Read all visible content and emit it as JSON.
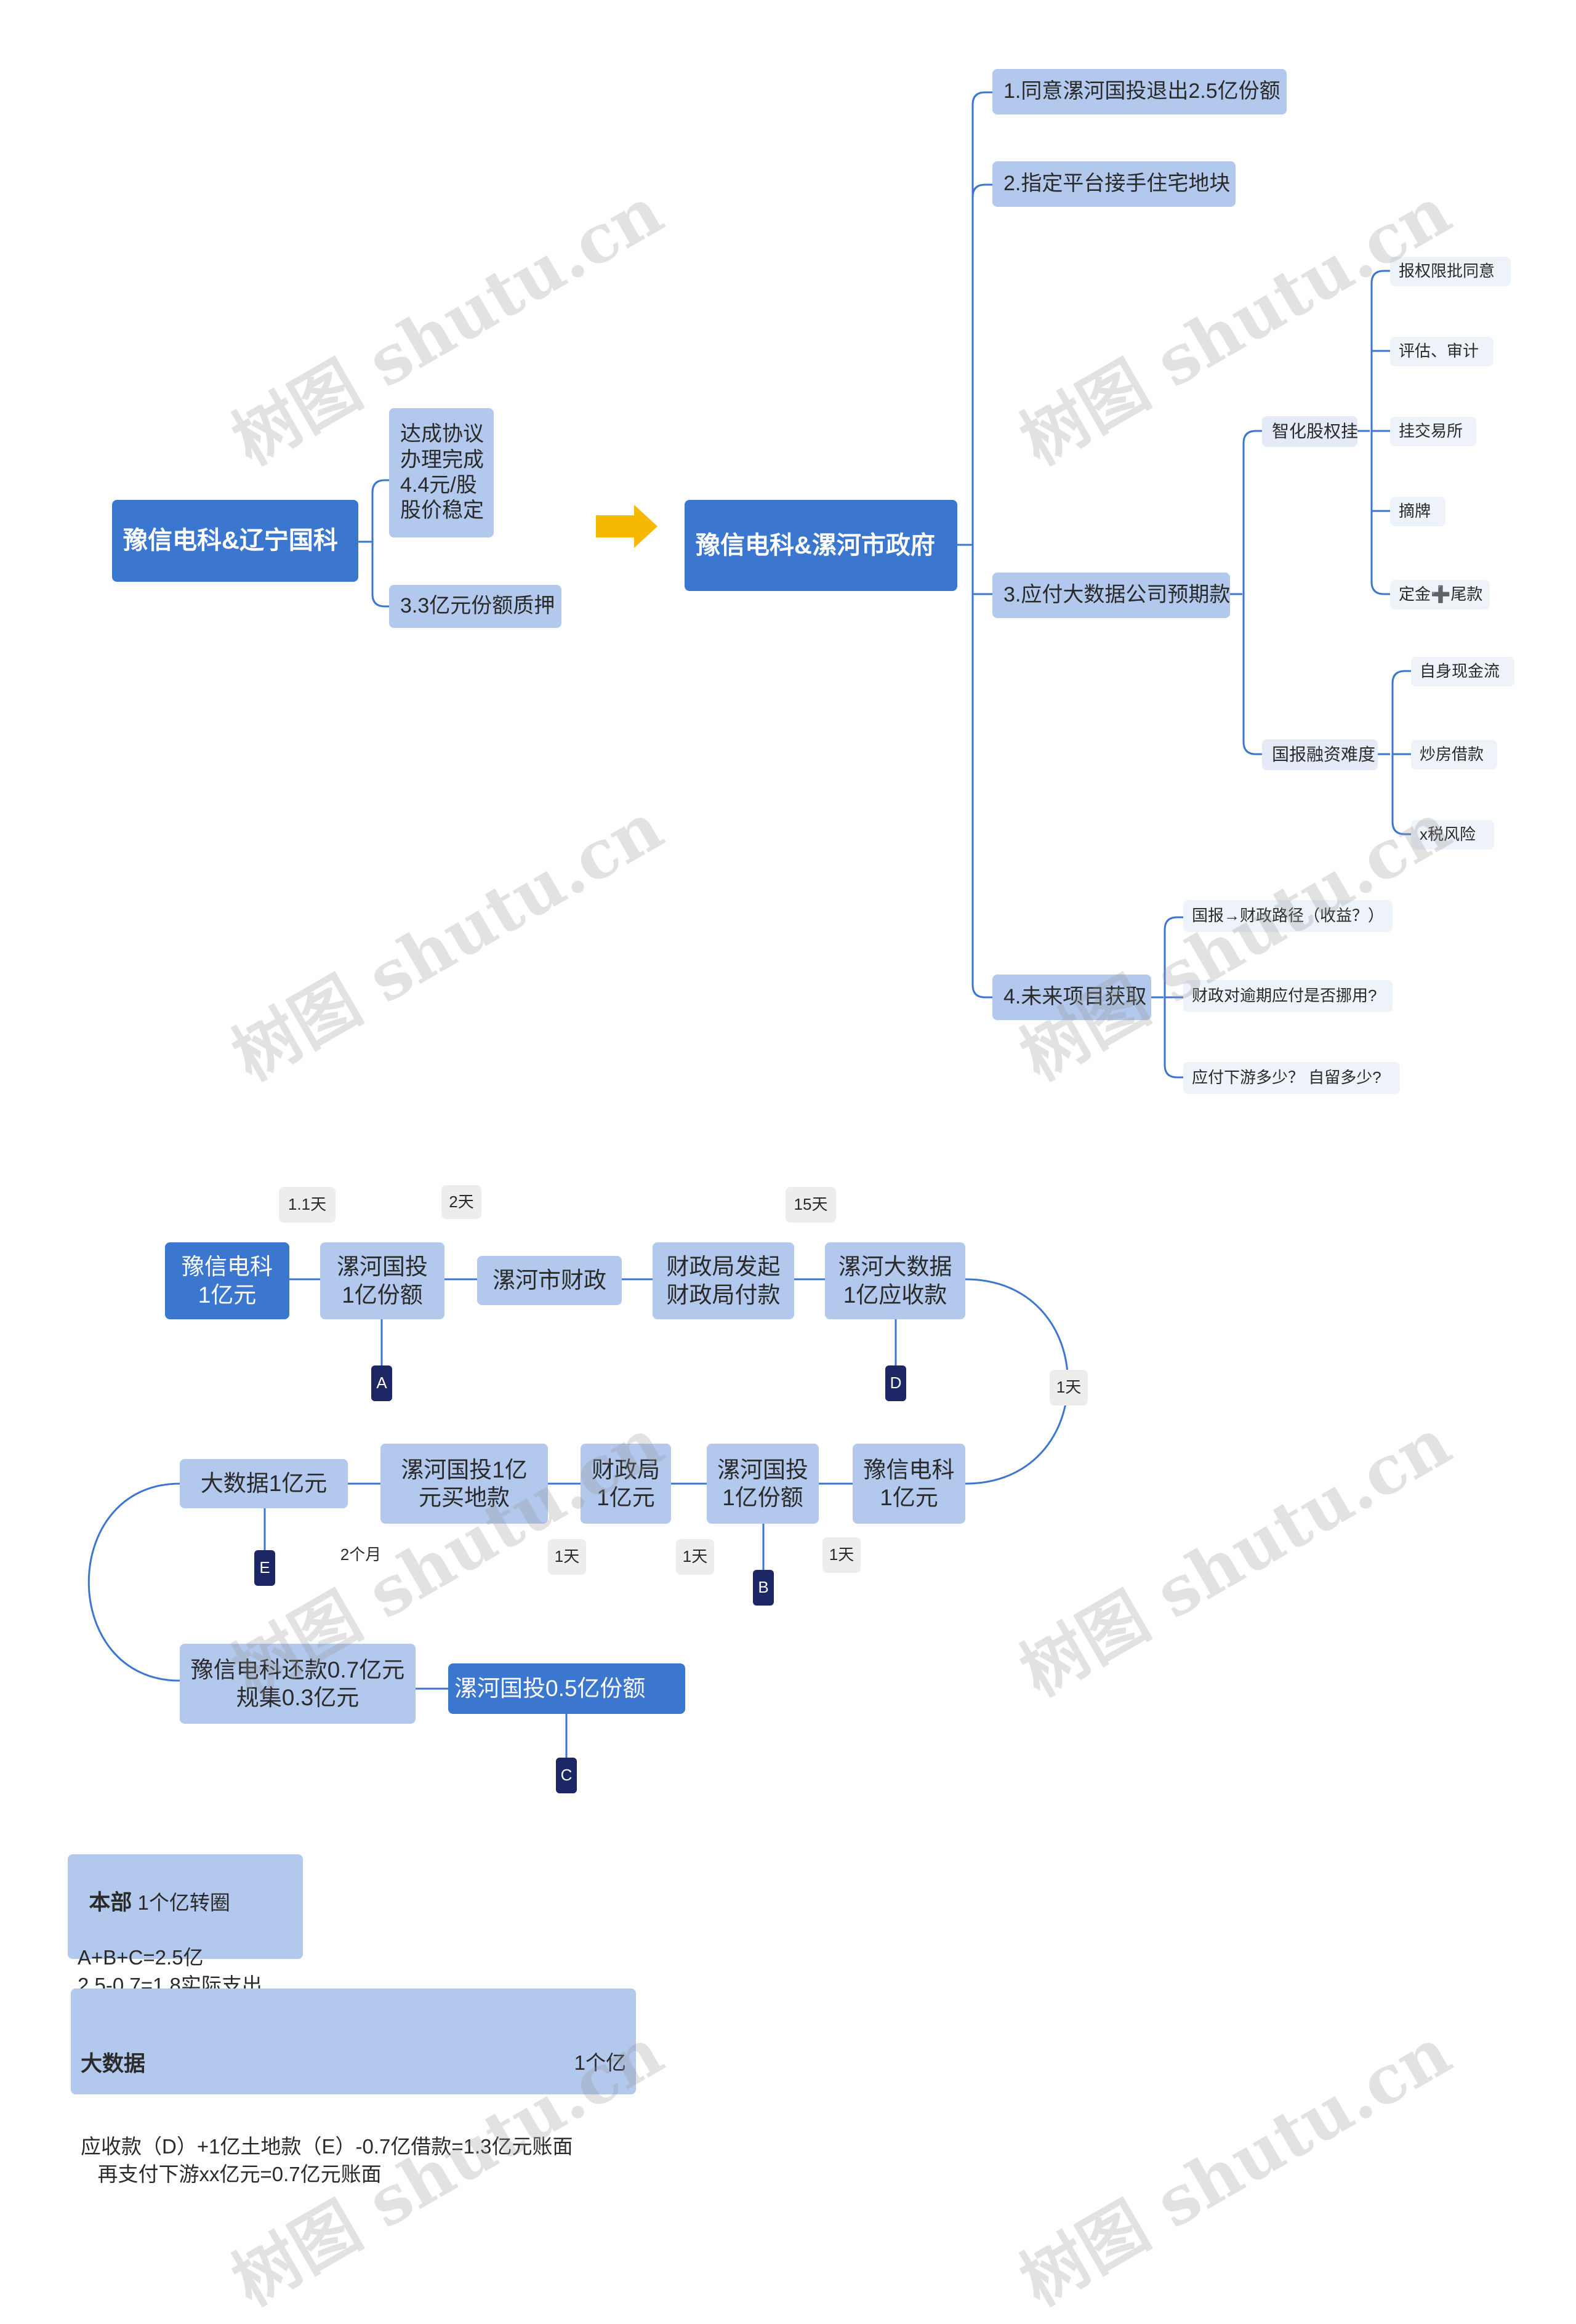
{
  "top": {
    "left_root": "豫信电科&辽宁国科",
    "left_children": [
      "达成协议\n办理完成\n4.4元/股\n股价稳定",
      "3.3亿元份额质押"
    ],
    "right_root": "豫信电科&漯河市政府",
    "branches": [
      "1.同意漯河国投退出2.5亿份额",
      "2.指定平台接手住宅地块",
      "3.应付大数据公司预期款",
      "4.未来项目获取"
    ],
    "sub_zhihua": "智化股权挂",
    "zhihua_items": [
      "报权限批同意",
      "评估、审计",
      "挂交易所",
      "摘牌",
      "定金➕尾款"
    ],
    "sub_guobao": "国报融资难度",
    "guobao_items": [
      "自身现金流",
      "炒房借款",
      "x税风险"
    ],
    "future_items": [
      "国报→财政路径（收益？）",
      "财政对逾期应付是否挪用?",
      "应付下游多少？ 自留多少?"
    ]
  },
  "flow": {
    "row1": [
      "豫信电科\n1亿元",
      "漯河国投\n1亿份额",
      "漯河市财政",
      "财政局发起\n财政局付款",
      "漯河大数据\n1亿应收款"
    ],
    "row2": [
      "大数据1亿元",
      "漯河国投1亿\n元买地款",
      "财政局\n1亿元",
      "漯河国投\n1亿份额",
      "豫信电科\n1亿元"
    ],
    "row3": [
      "豫信电科还款0.7亿元\n规集0.3亿元",
      "漯河国投0.5亿份额"
    ],
    "durations": [
      "1.1天",
      "2天",
      "15天",
      "1天",
      "2个月",
      "1天",
      "1天",
      "1天"
    ],
    "markers": [
      "A",
      "D",
      "E",
      "B",
      "C"
    ]
  },
  "notes": {
    "benbu_title": "本部",
    "benbu_sub": " 1个亿转圈",
    "benbu_lines": "A+B+C=2.5亿\n2.5-0.7=1.8实际支出",
    "bigdata_title": "大数据",
    "bigdata_right": "1个亿",
    "bigdata_lines": "应收款（D）+1亿土地款（E）-0.7亿借款=1.3亿元账面\n   再支付下游xx亿元=0.7亿元账面"
  },
  "watermark": "树图 shutu.cn",
  "colors": {
    "primary": "#3b77cf",
    "secondary": "#b2c8ec",
    "light": "#e4ebf7",
    "marker": "#1d2766",
    "line": "#3b77cf",
    "arrow": "#f6b800"
  }
}
